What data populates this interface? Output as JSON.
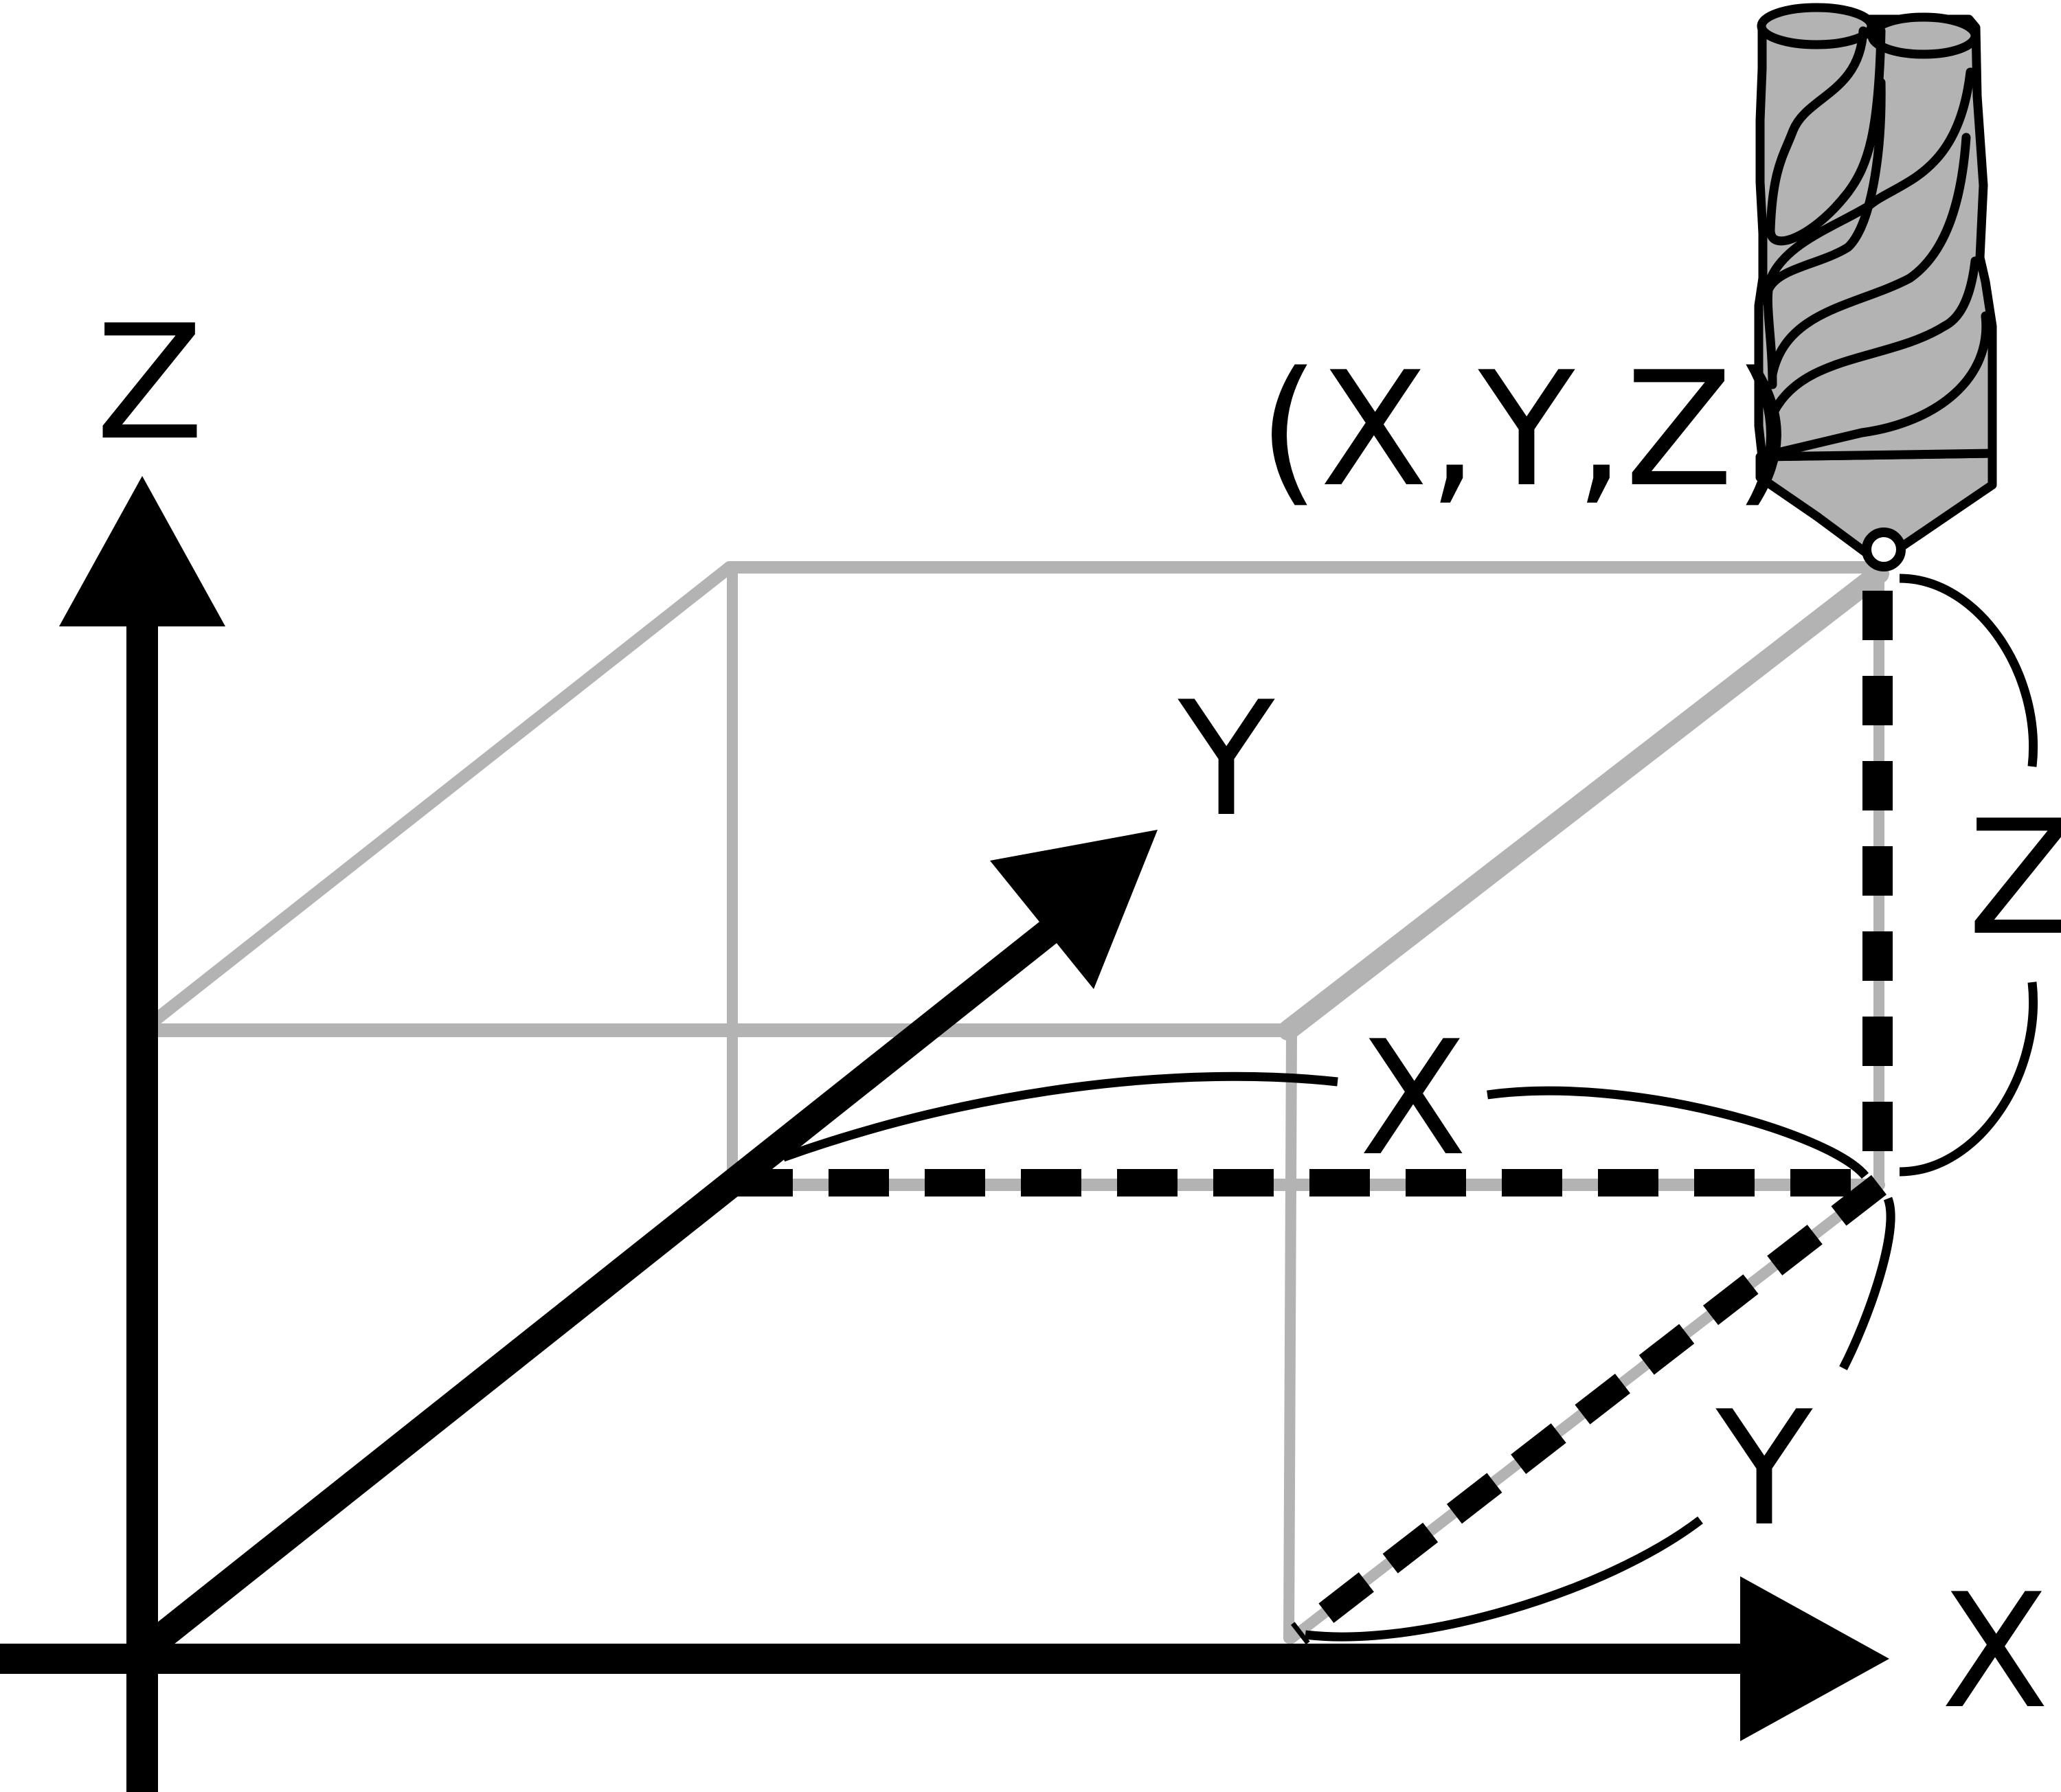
{
  "labels": {
    "axis_z": "Z",
    "axis_y": "Y",
    "axis_x": "X",
    "point": "(X,Y,Z)",
    "dim_x": "X",
    "dim_y": "Y",
    "dim_z": "Z"
  },
  "icons": {
    "tool": "end-mill-icon"
  },
  "colors": {
    "axis": "#000000",
    "box": "#b3b3b3",
    "tool_fill": "#b3b3b3",
    "background": "#ffffff"
  }
}
